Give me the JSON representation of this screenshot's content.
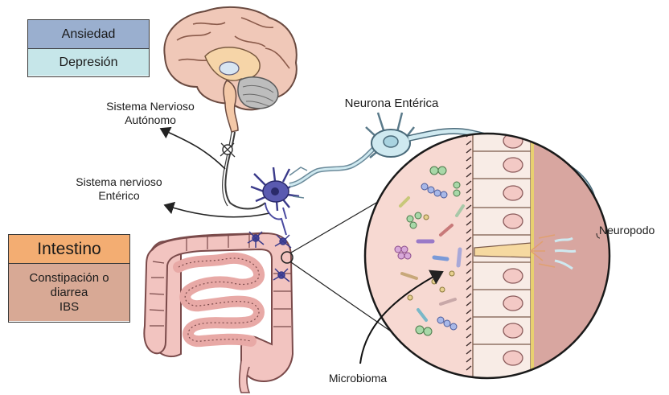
{
  "mood_box": {
    "anxiety": "Ansiedad",
    "depression": "Depresión",
    "anxiety_color": "#9aafcf",
    "depression_color": "#c6e6e9"
  },
  "gut_box": {
    "title": "Intestino",
    "symptoms_line1": "Constipación o",
    "symptoms_line2": "diarrea",
    "symptoms_line3": "IBS",
    "title_color": "#f3ad72",
    "symptoms_color": "#d8a995"
  },
  "labels": {
    "autonomic_line1": "Sistema Nervioso",
    "autonomic_line2": "Autónomo",
    "enteric_system_line1": "Sistema nervioso",
    "enteric_system_line2": "Entérico",
    "enteric_neuron": "Neurona Entérica",
    "neuropod": "Neuropodo",
    "microbiome": "Microbioma"
  },
  "colors": {
    "neuron_purple": "#4a4aa0",
    "neuron_blue": "#cfe9f0",
    "intestine_pink": "#f2c4c0",
    "lumen_pink": "#f7d9d2",
    "cell_wall": "#f8ece6",
    "tissue": "#d8a6a0"
  },
  "icons": [
    "brain-icon",
    "intestine-icon",
    "enteric-neuron-icon",
    "microbiome-magnifier-icon"
  ]
}
